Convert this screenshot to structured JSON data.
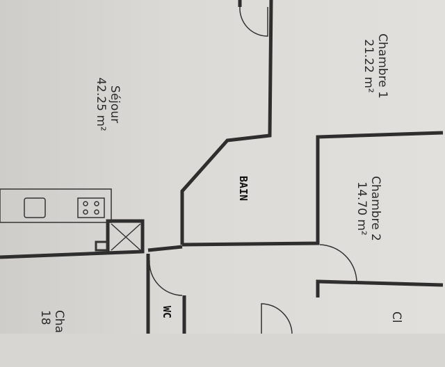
{
  "rooms": {
    "chambre1": {
      "name": "Chambre 1",
      "area": "21.22 m²"
    },
    "sejour": {
      "name": "Séjour",
      "area": "42.25 m²"
    },
    "bain": {
      "name": "BAIN"
    },
    "chambre2": {
      "name": "Chambre 2",
      "area": "14.70 m²"
    },
    "wc": {
      "name": "WC"
    },
    "chambre3_partial": {
      "name": "Cha",
      "area": "18"
    },
    "chambre4_partial": {
      "name": "Cl"
    }
  },
  "colors": {
    "wall": "#2e2e2e",
    "paper": "#dcdad6"
  }
}
